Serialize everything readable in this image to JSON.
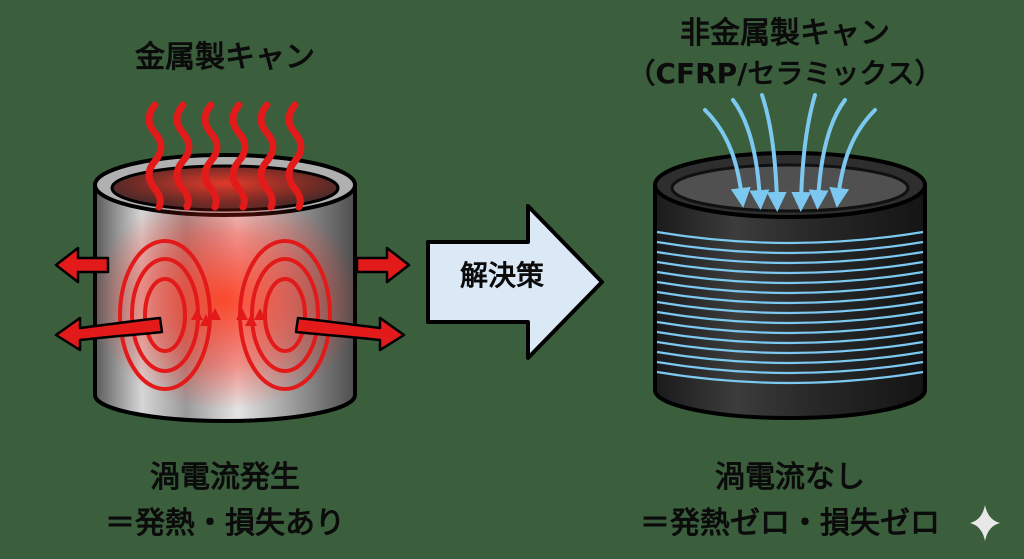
{
  "left": {
    "title": "金属製キャン",
    "caption_line1": "渦電流発生",
    "caption_line2": "＝発熱・損失あり"
  },
  "right": {
    "title_line1": "非金属製キャン",
    "title_line2": "（CFRP/セラミックス）",
    "caption_line1": "渦電流なし",
    "caption_line2": "＝発熱ゼロ・損失ゼロ"
  },
  "arrow": {
    "label": "解決策"
  },
  "colors": {
    "background": "#3b5e3c",
    "heat_red": "#e21a1a",
    "field_blue": "#7cc8f0",
    "arrow_fill": "#dbe9f7"
  }
}
